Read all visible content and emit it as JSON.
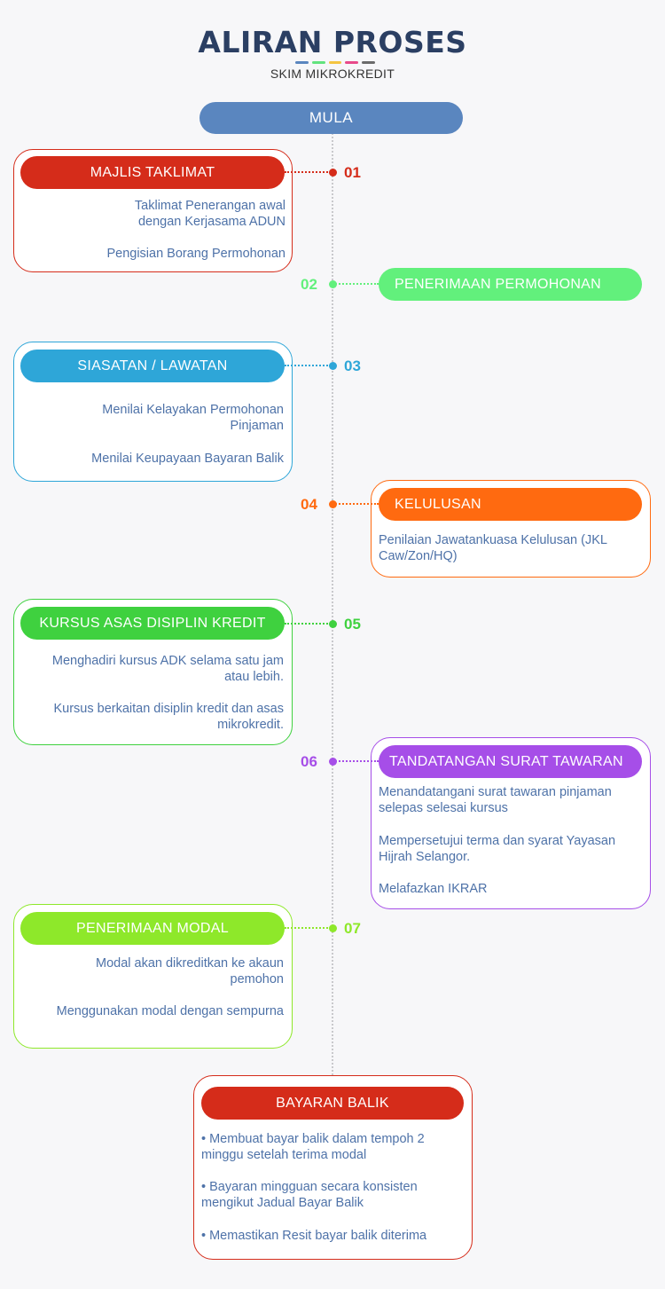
{
  "header": {
    "title": "ALIRAN PROSES",
    "subtitle": "SKIM MIKROKREDIT",
    "accent_colors": [
      "#5a86bf",
      "#62e37e",
      "#f4c542",
      "#e84a8a",
      "#6b6b6b"
    ]
  },
  "start_label": "MULA",
  "colors": {
    "red": "#d52c1a",
    "green_light": "#62f07c",
    "blue": "#2ea6d8",
    "orange": "#ff6a10",
    "green": "#3fd13f",
    "purple": "#a64ee8",
    "lime": "#8ee82a",
    "timeline": "#c9c9cc",
    "start": "#5a86bf"
  },
  "steps": [
    {
      "number": "01",
      "title": "MAJLIS TAKLIMAT",
      "items": [
        "Taklimat Penerangan awal dengan Kerjasama ADUN",
        "Pengisian Borang Permohonan"
      ]
    },
    {
      "number": "02",
      "title": "PENERIMAAN PERMOHONAN",
      "items": []
    },
    {
      "number": "03",
      "title": "SIASATAN / LAWATAN",
      "items": [
        "Menilai Kelayakan Permohonan Pinjaman",
        "Menilai Keupayaan Bayaran Balik"
      ]
    },
    {
      "number": "04",
      "title": "KELULUSAN",
      "items": [
        "Penilaian Jawatankuasa Kelulusan (JKL Caw/Zon/HQ)"
      ]
    },
    {
      "number": "05",
      "title": "KURSUS ASAS DISIPLIN KREDIT",
      "items": [
        "Menghadiri kursus ADK selama satu jam atau lebih.",
        "Kursus berkaitan disiplin kredit dan asas mikrokredit."
      ]
    },
    {
      "number": "06",
      "title": "TANDATANGAN SURAT TAWARAN",
      "items": [
        "Menandatangani surat tawaran pinjaman selepas selesai kursus",
        "Mempersetujui terma dan syarat Yayasan Hijrah Selangor.",
        "Melafazkan IKRAR"
      ]
    },
    {
      "number": "07",
      "title": "PENERIMAAN MODAL",
      "items": [
        "Modal akan dikreditkan ke akaun pemohon",
        "Menggunakan modal dengan sempurna"
      ]
    }
  ],
  "final": {
    "title": "BAYARAN BALIK",
    "items": [
      "• Membuat bayar balik dalam tempoh 2 minggu setelah terima modal",
      "• Bayaran mingguan secara konsisten mengikut Jadual Bayar Balik",
      "• Memastikan Resit bayar balik diterima"
    ]
  }
}
